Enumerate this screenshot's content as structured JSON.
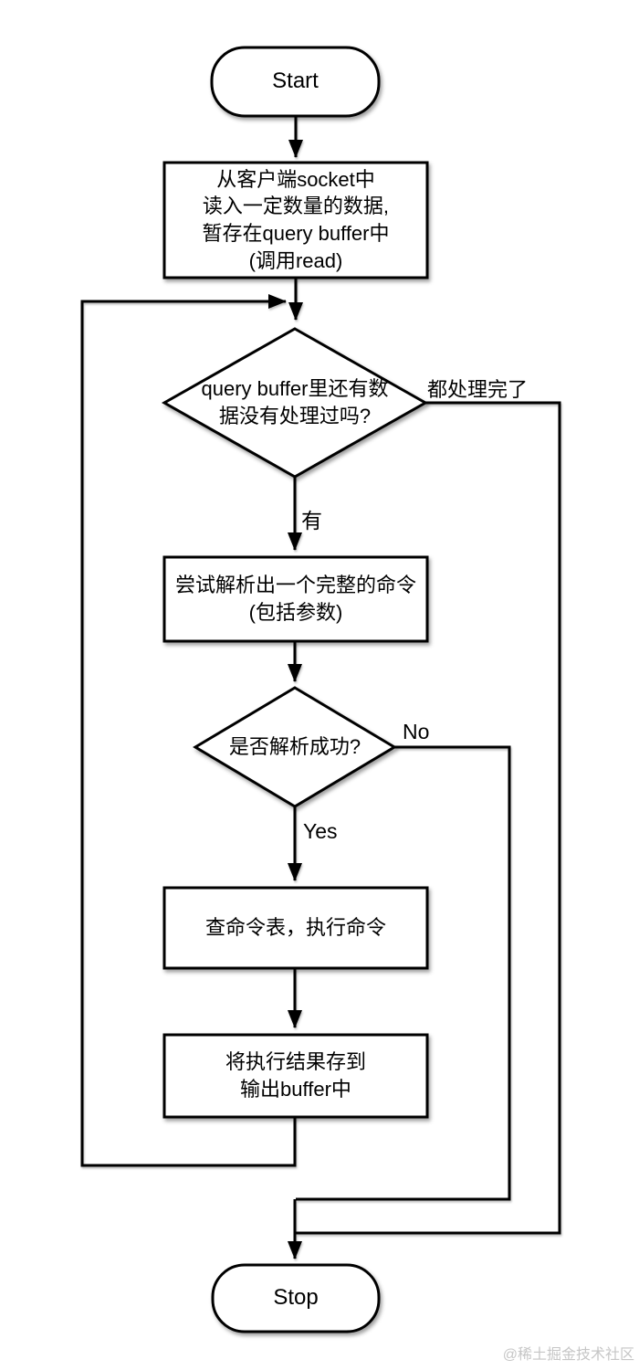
{
  "page": {
    "background": "#ffffff",
    "watermark": "@稀土掘金技术社区"
  },
  "diagram": {
    "type": "flowchart",
    "colors": {
      "node_fill": "#ffffff",
      "node_stroke": "#000000",
      "edge_stroke": "#000000",
      "text": "#000000",
      "watermark_text": "#c6c6c6"
    },
    "nodes": [
      {
        "id": "start",
        "shape": "terminator",
        "label": "Start"
      },
      {
        "id": "read-socket",
        "shape": "process",
        "label": "从客户端socket中\n读入一定数量的数据,\n暂存在query buffer中\n(调用read)"
      },
      {
        "id": "has-data",
        "shape": "decision",
        "label": "query buffer里还有数\n据没有处理过吗?"
      },
      {
        "id": "parse-cmd",
        "shape": "process",
        "label": "尝试解析出一个完整的命令\n(包括参数)"
      },
      {
        "id": "parse-ok",
        "shape": "decision",
        "label": "是否解析成功?"
      },
      {
        "id": "exec-cmd",
        "shape": "process",
        "label": "查命令表，执行命令"
      },
      {
        "id": "store-result",
        "shape": "process",
        "label": "将执行结果存到\n输出buffer中"
      },
      {
        "id": "stop",
        "shape": "terminator",
        "label": "Stop"
      }
    ],
    "edge_labels": {
      "has_data_yes": "有",
      "has_data_done": "都处理完了",
      "parse_no": "No",
      "parse_yes": "Yes"
    }
  }
}
